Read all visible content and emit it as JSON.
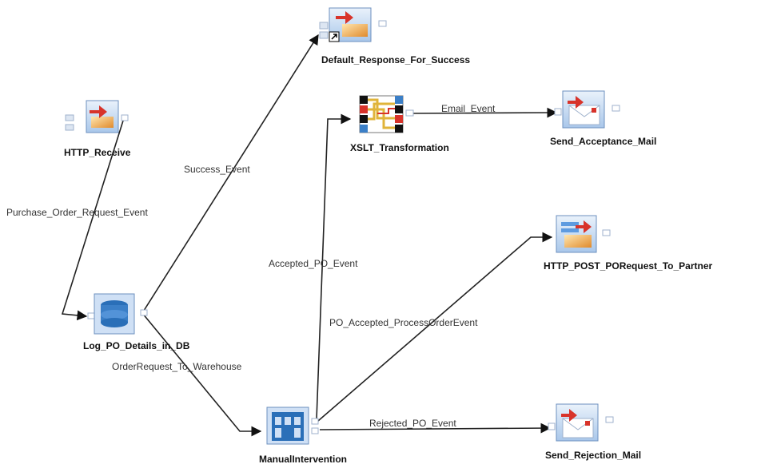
{
  "nodes": {
    "http_receive": {
      "label": "HTTP_Receive",
      "icon": "http-receive-icon"
    },
    "log_po": {
      "label": "Log_PO_Details_in_DB",
      "icon": "database-icon"
    },
    "default_response": {
      "label": "Default_Response_For_Success",
      "icon": "response-icon"
    },
    "xslt": {
      "label": "XSLT_Transformation",
      "icon": "xslt-transformation-icon"
    },
    "send_acceptance": {
      "label": "Send_Acceptance_Mail",
      "icon": "mail-icon"
    },
    "http_post": {
      "label": "HTTP_POST_PORequest_To_Partner",
      "icon": "http-post-icon"
    },
    "manual": {
      "label": "ManualIntervention",
      "icon": "manual-intervention-icon"
    },
    "send_rejection": {
      "label": "Send_Rejection_Mail",
      "icon": "mail-icon"
    }
  },
  "edges": {
    "purchase_order": "Purchase_Order_Request_Event",
    "success": "Success_Event",
    "order_request": "OrderRequest_To_Warehouse",
    "accepted_po": "Accepted_PO_Event",
    "email": "Email_Event",
    "po_accepted_process": "PO_Accepted_ProcessOrderEvent",
    "rejected_po": "Rejected_PO_Event"
  },
  "colors": {
    "edge": "#222222",
    "icon_blue": "#2a6fb8",
    "icon_red": "#d8332a",
    "icon_bg": "#cfe0f5"
  }
}
